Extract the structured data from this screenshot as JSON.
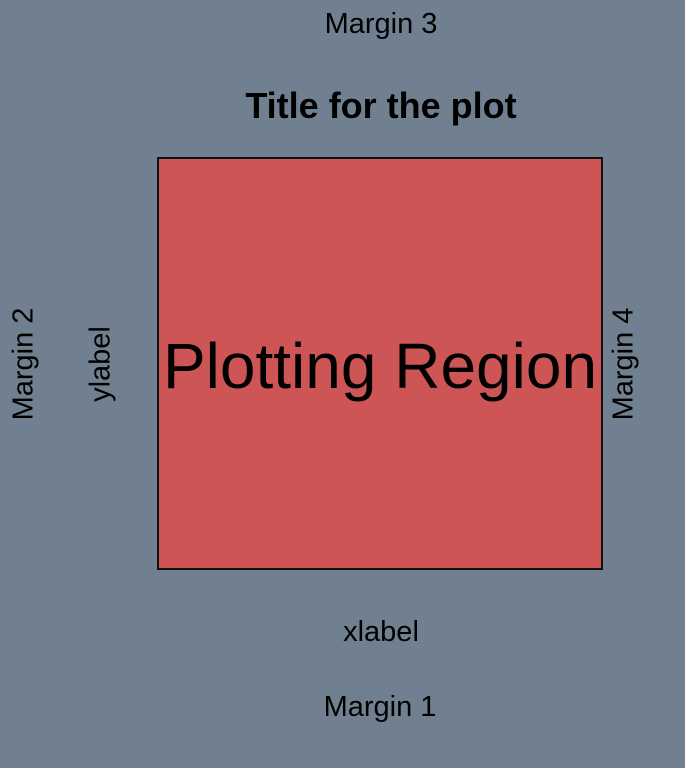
{
  "diagram": {
    "background_color": "#708090",
    "plot_region_color": "#CD5555",
    "margin_3": "Margin 3",
    "title": "Title for the plot",
    "margin_2": "Margin 2",
    "ylabel": "ylabel",
    "plot_region_label": "Plotting Region",
    "margin_4": "Margin 4",
    "xlabel": "xlabel",
    "margin_1": "Margin 1"
  }
}
